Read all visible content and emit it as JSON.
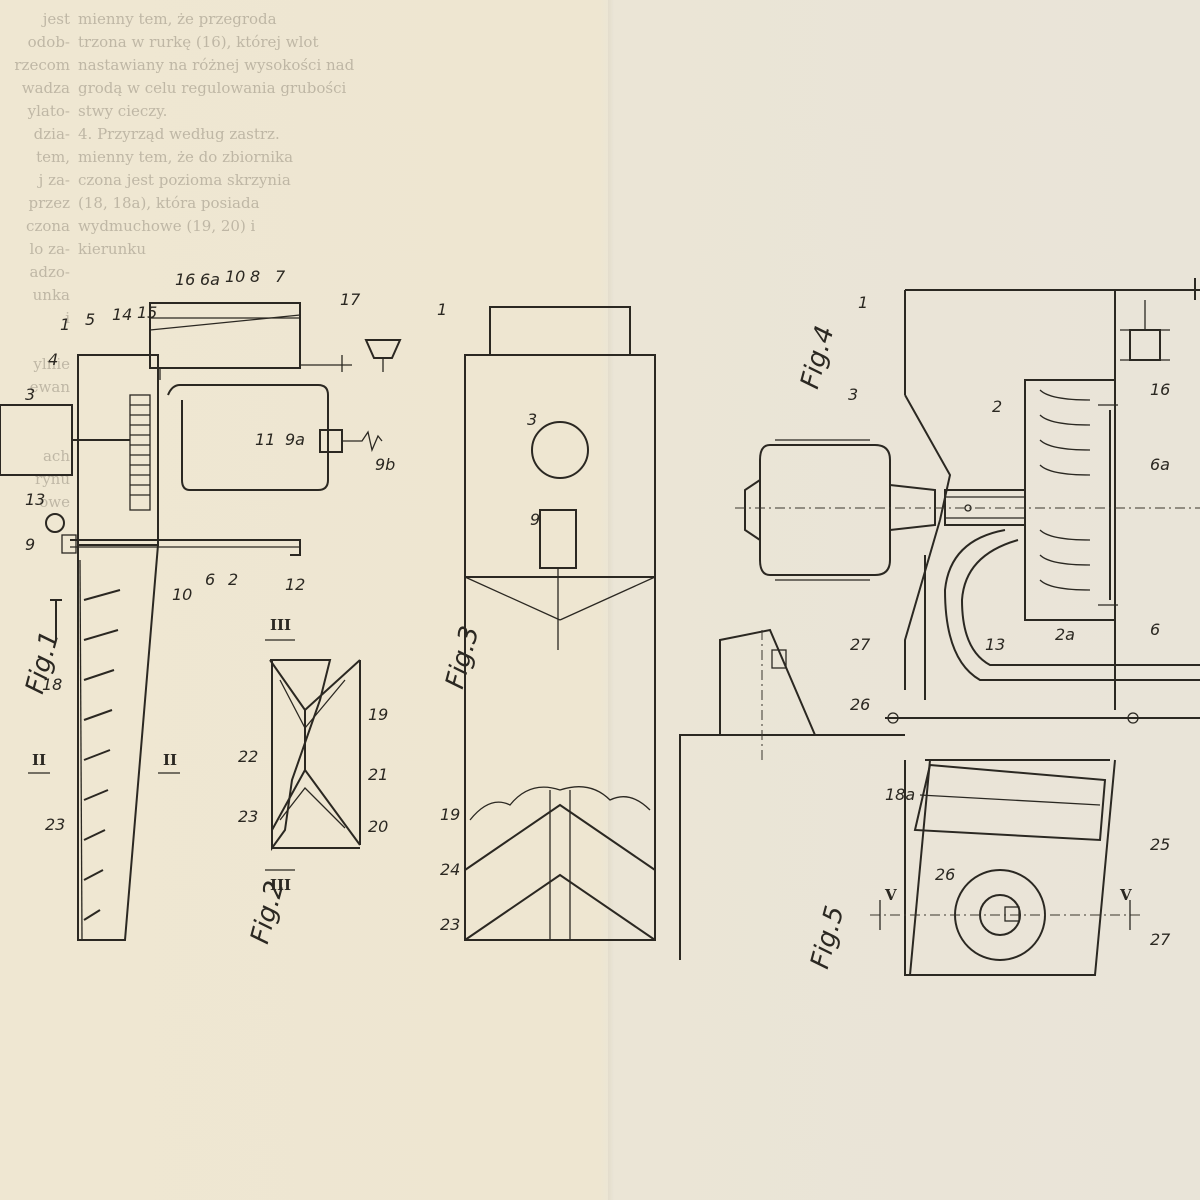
{
  "text_right": [
    "mienny tem, że przegroda",
    "trzona w rurkę (16), której wlot",
    "nastawiany na różnej wysokości nad",
    "grodą w celu regulowania grubości",
    "stwy cieczy.",
    "4. Przyrząd według zastrz.",
    "mienny tem, że do zbiornika",
    "czona jest pozioma skrzynia",
    "(18, 18a), która posiada",
    "wydmuchowe (19, 20) i",
    "kierunku",
    "",
    "",
    "",
    "",
    "",
    "",
    "",
    "",
    "",
    ""
  ],
  "text_left": [
    "jest",
    "odob-",
    "rzecom",
    "wadza",
    "ylato-",
    "dzia-",
    "tem,",
    "j za-",
    "przez",
    "czona",
    "lo za-",
    "adzo-",
    "unka",
    "i",
    "",
    "ylnie",
    "ewan",
    "",
    "",
    "ach",
    "rynu",
    "owe"
  ],
  "figures": {
    "fig1": "Fig.1",
    "fig2": "Fig.2",
    "fig3": "Fig.3",
    "fig4": "Fig.4",
    "fig5": "Fig.5"
  },
  "labels": {
    "fig1": {
      "l1": "1",
      "l5": "5",
      "l14": "14",
      "l15": "15",
      "l16": "16",
      "l6a": "6a",
      "l10": "10",
      "l8": "8",
      "l7": "7",
      "l17": "17",
      "l4": "4",
      "l3": "3",
      "l11": "11",
      "l9a": "9a",
      "l9b": "9b",
      "l13": "13",
      "l9": "9",
      "l10b": "10",
      "l6": "6",
      "l2": "2",
      "l12": "12",
      "l18": "18",
      "l23": "23"
    },
    "fig2": {
      "l22": "22",
      "l19": "19",
      "l21": "21",
      "l23": "23",
      "l20": "20"
    },
    "fig3": {
      "l1": "1",
      "l3": "3",
      "l9": "9",
      "l19": "19",
      "l24": "24",
      "l23": "23"
    },
    "fig4": {
      "l1": "1",
      "l16": "16",
      "l2": "2",
      "l3": "3",
      "l6a": "6a",
      "l13": "13",
      "l2a": "2a",
      "l6": "6"
    },
    "fig5": {
      "l27": "27",
      "l26": "26",
      "l18a": "18a",
      "l25": "25",
      "l26b": "26",
      "l27b": "27"
    }
  },
  "section_marks": {
    "ii": "II",
    "iii": "III",
    "v": "V"
  }
}
